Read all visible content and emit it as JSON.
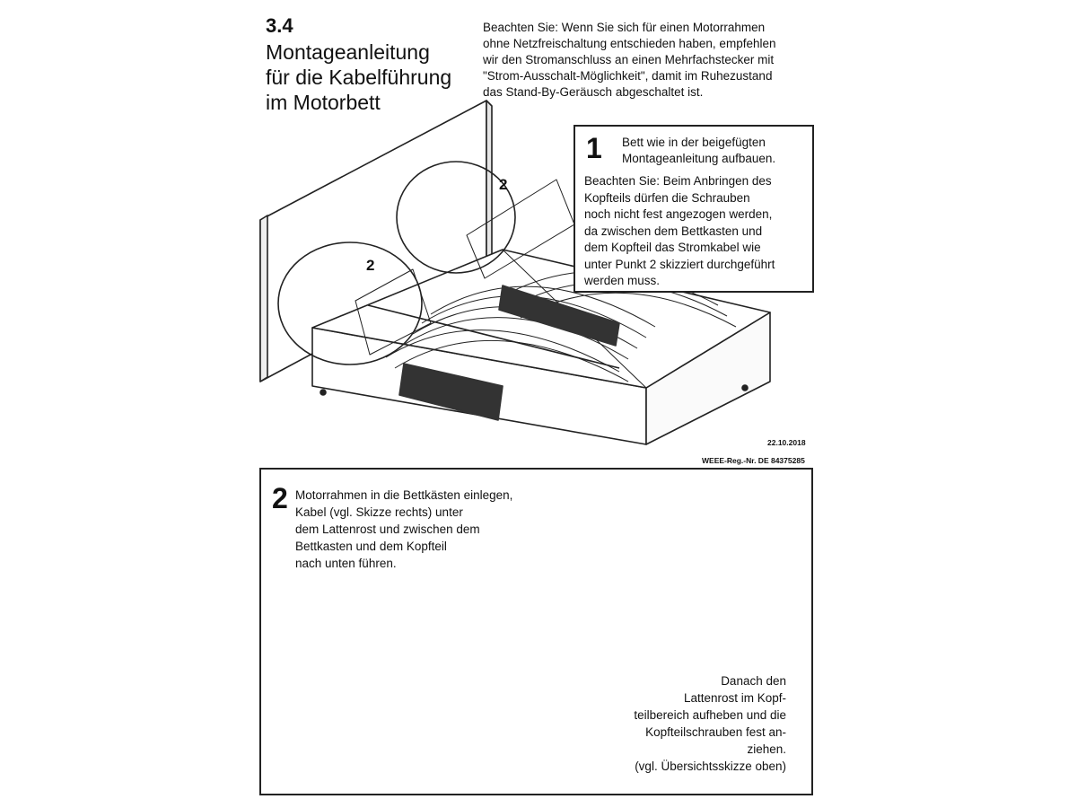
{
  "header": {
    "section_number": "3.4",
    "title_lines": [
      "Montageanleitung",
      "für die Kabelführung",
      "im Motorbett"
    ]
  },
  "notice_lines": [
    "Beachten Sie: Wenn Sie sich für einen Motorrahmen",
    "ohne Netzfreischaltung entschieden haben, empfehlen",
    "wir den Stromanschluss an einen Mehrfachstecker mit",
    "\"Strom-Ausschalt-Möglichkeit\", damit im Ruhezustand",
    "das Stand-By-Geräusch abgeschaltet ist."
  ],
  "step1": {
    "number": "1",
    "text_lines": [
      "Bett wie in der beigefügten",
      "Montageanleitung aufbauen."
    ],
    "note_lines": [
      "Beachten Sie: Beim Anbringen des",
      "Kopfteils dürfen die Schrauben",
      "noch nicht fest angezogen werden,",
      "da zwischen dem Bettkasten und",
      "dem Kopfteil das Stromkabel wie",
      "unter Punkt 2 skizziert durchgeführt",
      "werden muss."
    ]
  },
  "callout_labels": [
    "2",
    "2"
  ],
  "footer": {
    "date": "22.10.2018",
    "weee": "WEEE-Reg.-Nr. DE 84375285"
  },
  "step2": {
    "number": "2",
    "text_lines": [
      "Motorrahmen in die Bettkästen einlegen,",
      "Kabel (vgl. Skizze rechts) unter",
      "dem Lattenrost und zwischen dem",
      "Bettkasten und dem Kopfteil",
      "nach unten führen."
    ],
    "after_lines": [
      "Danach den",
      "Lattenrost im Kopf-",
      "teilbereich aufheben und die",
      "Kopfteilschrauben fest an-",
      "ziehen.",
      "(vgl. Übersichtsskizze oben)"
    ]
  },
  "colors": {
    "ink": "#222222",
    "motor": "#333333"
  }
}
